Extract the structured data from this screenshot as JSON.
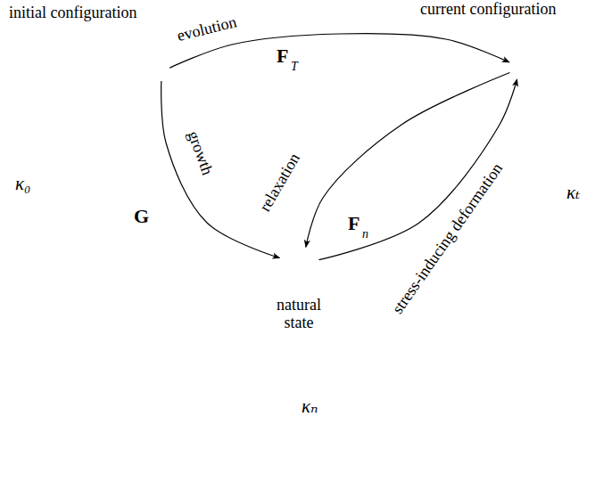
{
  "diagram": {
    "nodes": [
      {
        "text": [
          "initial configuration",
          "κ₀"
        ]
      },
      {
        "text": [
          "current configuration",
          "κₜ"
        ]
      },
      {
        "text": [
          "natural state",
          "κₙ"
        ]
      }
    ],
    "edges": [
      {
        "from": 0,
        "to": 1,
        "arrow": "to",
        "label": "evolution"
      },
      {
        "from": 0,
        "to": 2,
        "arrow": "to",
        "label": "growth"
      },
      {
        "from": 1,
        "to": 2,
        "arrow": "to",
        "label": "relaxation"
      },
      {
        "from": 2,
        "to": 1,
        "arrow": "to",
        "label": "stress-inducing deformation"
      }
    ],
    "labels": [
      "F",
      "T",
      "G",
      "F",
      "n"
    ]
  }
}
